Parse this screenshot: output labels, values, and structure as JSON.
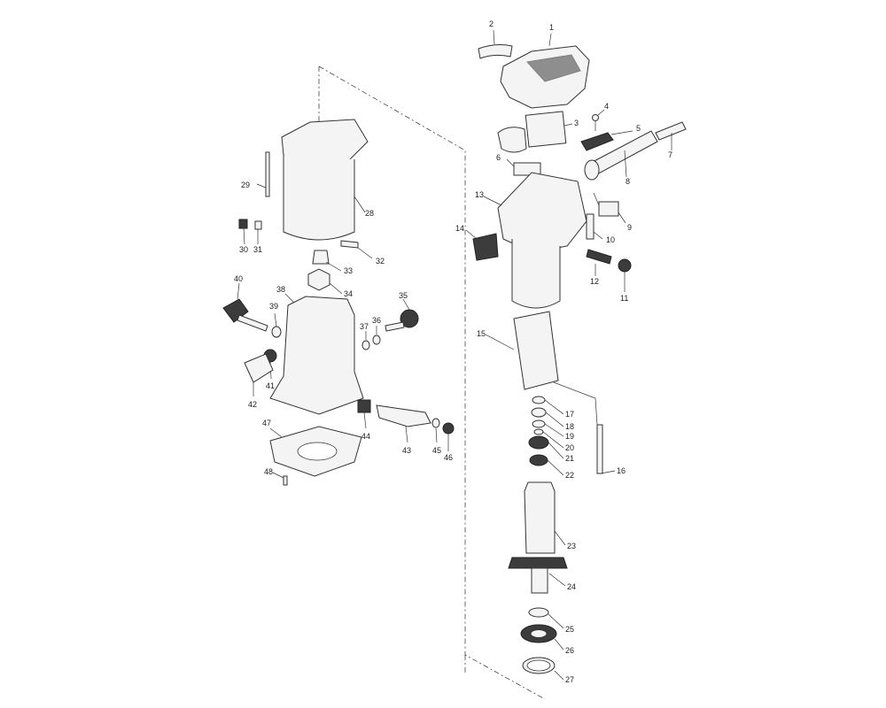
{
  "parts": [
    {
      "id": "1",
      "label": "1"
    },
    {
      "id": "2",
      "label": "2"
    },
    {
      "id": "3",
      "label": "3"
    },
    {
      "id": "4",
      "label": "4"
    },
    {
      "id": "5",
      "label": "5"
    },
    {
      "id": "6",
      "label": "6"
    },
    {
      "id": "7",
      "label": "7"
    },
    {
      "id": "8",
      "label": "8"
    },
    {
      "id": "9",
      "label": "9"
    },
    {
      "id": "10",
      "label": "10"
    },
    {
      "id": "11",
      "label": "11"
    },
    {
      "id": "12",
      "label": "12"
    },
    {
      "id": "13",
      "label": "13"
    },
    {
      "id": "14",
      "label": "14"
    },
    {
      "id": "15",
      "label": "15"
    },
    {
      "id": "16",
      "label": "16"
    },
    {
      "id": "17",
      "label": "17"
    },
    {
      "id": "18",
      "label": "18"
    },
    {
      "id": "19",
      "label": "19"
    },
    {
      "id": "20",
      "label": "20"
    },
    {
      "id": "21",
      "label": "21"
    },
    {
      "id": "22",
      "label": "22"
    },
    {
      "id": "23",
      "label": "23"
    },
    {
      "id": "24",
      "label": "24"
    },
    {
      "id": "25",
      "label": "25"
    },
    {
      "id": "26",
      "label": "26"
    },
    {
      "id": "27",
      "label": "27"
    },
    {
      "id": "28",
      "label": "28"
    },
    {
      "id": "29",
      "label": "29"
    },
    {
      "id": "30",
      "label": "30"
    },
    {
      "id": "31",
      "label": "31"
    },
    {
      "id": "32",
      "label": "32"
    },
    {
      "id": "33",
      "label": "33"
    },
    {
      "id": "34",
      "label": "34"
    },
    {
      "id": "35",
      "label": "35"
    },
    {
      "id": "36",
      "label": "36"
    },
    {
      "id": "37",
      "label": "37"
    },
    {
      "id": "38",
      "label": "38"
    },
    {
      "id": "39",
      "label": "39"
    },
    {
      "id": "40",
      "label": "40"
    },
    {
      "id": "41",
      "label": "41"
    },
    {
      "id": "42",
      "label": "42"
    },
    {
      "id": "43",
      "label": "43"
    },
    {
      "id": "44",
      "label": "44"
    },
    {
      "id": "45",
      "label": "45"
    },
    {
      "id": "46",
      "label": "46"
    },
    {
      "id": "47",
      "label": "47"
    },
    {
      "id": "48",
      "label": "48"
    }
  ]
}
